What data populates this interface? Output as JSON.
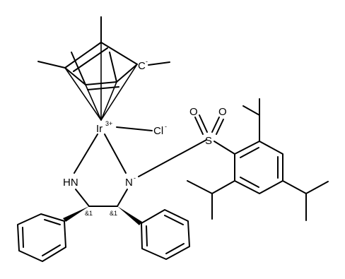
{
  "molecule": {
    "atoms": {
      "ir": "Ir",
      "ir_charge": "3+",
      "cl": "Cl",
      "cl_charge": "-",
      "c_anion": "C",
      "c_anion_charge": "-",
      "s": "S",
      "o1": "O",
      "o2": "O",
      "nh": "HN",
      "n": "N",
      "n_charge": "-"
    },
    "stereo_labels": {
      "c1": "&1",
      "c2": "&1"
    }
  }
}
